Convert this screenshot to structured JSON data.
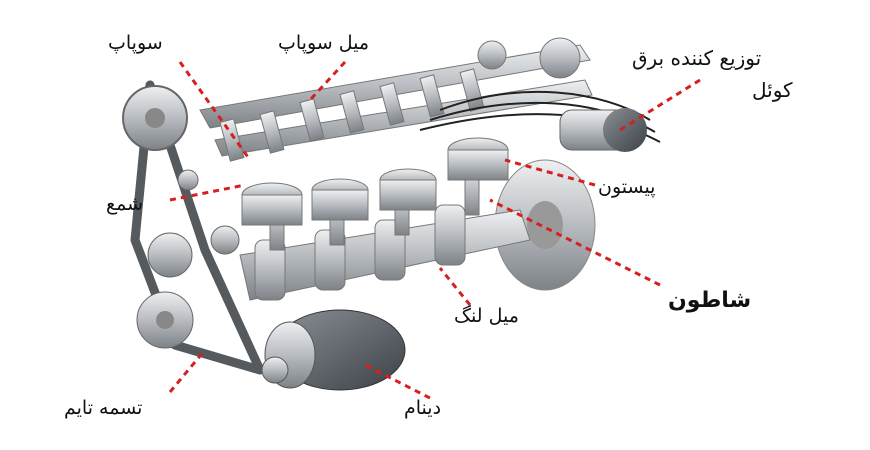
{
  "labels": {
    "valve": "سوپاپ",
    "camshaft": "میل سوپاپ",
    "distributor_line1": "توزیع کننده برق",
    "distributor_line2": "کوئل",
    "piston": "پیستون",
    "spark_plug": "شمع",
    "connecting_rod": "شاطون",
    "crankshaft": "میل لنگ",
    "timing_belt": "تسمه تایم",
    "alternator": "دینام"
  },
  "colors": {
    "leader_line": "#d42020",
    "engine_metal": "#b8bcc0",
    "belt": "#555a5e"
  }
}
